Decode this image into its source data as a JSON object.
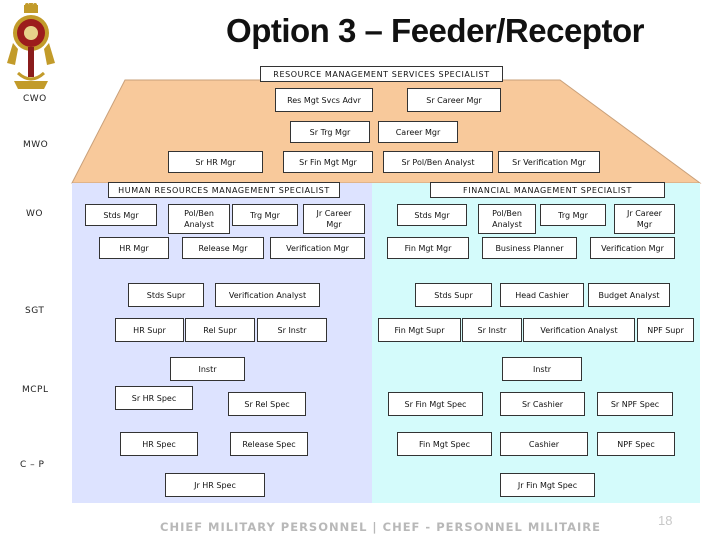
{
  "title": "Option 3 – Feeder/Receptor",
  "footer": "CHIEF MILITARY PERSONNEL | CHEF - PERSONNEL MILITAIRE",
  "page_number": "18",
  "colors": {
    "top_region": "#f8c99b",
    "left_region": "#dde3ff",
    "right_region": "#d4fbfb",
    "box_border": "#333333",
    "footer_text": "#b8b8b8"
  },
  "ranks": {
    "cwo": "CWO",
    "mwo": "MWO",
    "wo": "WO",
    "sgt": "SGT",
    "mcpl": "MCPL",
    "cp": "C – P"
  },
  "top": {
    "header": "RESOURCE MANAGEMENT SERVICES SPECIALIST",
    "res_mgt_svcs_advr": "Res Mgt Svcs Advr",
    "sr_career_mgr": "Sr Career Mgr",
    "sr_trg_mgr": "Sr Trg Mgr",
    "career_mgr": "Career Mgr",
    "sr_hr_mgr": "Sr HR Mgr",
    "sr_fin_mgt_mgr": "Sr Fin Mgt Mgr",
    "sr_pol_ben_analyst": "Sr Pol/Ben Analyst",
    "sr_verification_mgr": "Sr Verification Mgr"
  },
  "hr": {
    "header": "HUMAN RESOURCES MANAGEMENT SPECIALIST",
    "stds_mgr": "Stds Mgr",
    "pol_ben_analyst": "Pol/Ben\nAnalyst",
    "trg_mgr": "Trg Mgr",
    "jr_career_mgr": "Jr Career\nMgr",
    "hr_mgr": "HR Mgr",
    "release_mgr": "Release Mgr",
    "verification_mgr": "Verification Mgr",
    "stds_supr": "Stds Supr",
    "verification_analyst": "Verification Analyst",
    "hr_supr": "HR Supr",
    "rel_supr": "Rel Supr",
    "sr_instr": "Sr Instr",
    "instr": "Instr",
    "sr_hr_spec": "Sr HR Spec",
    "sr_rel_spec": "Sr Rel Spec",
    "hr_spec": "HR Spec",
    "release_spec": "Release Spec",
    "jr_hr_spec": "Jr HR Spec"
  },
  "fin": {
    "header": "FINANCIAL MANAGEMENT SPECIALIST",
    "stds_mgr": "Stds Mgr",
    "pol_ben_analyst": "Pol/Ben\nAnalyst",
    "trg_mgr": "Trg Mgr",
    "jr_career_mgr": "Jr Career\nMgr",
    "fin_mgt_mgr": "Fin Mgt Mgr",
    "business_planner": "Business Planner",
    "verification_mgr": "Verification Mgr",
    "stds_supr": "Stds Supr",
    "head_cashier": "Head Cashier",
    "budget_analyst": "Budget Analyst",
    "fin_mgt_supr": "Fin Mgt Supr",
    "sr_instr": "Sr Instr",
    "verification_analyst": "Verification Analyst",
    "npf_supr": "NPF Supr",
    "instr": "Instr",
    "sr_fin_mgt_spec": "Sr Fin Mgt Spec",
    "sr_cashier": "Sr Cashier",
    "sr_npf_spec": "Sr NPF Spec",
    "fin_mgt_spec": "Fin Mgt Spec",
    "cashier": "Cashier",
    "npf_spec": "NPF Spec",
    "jr_fin_mgt_spec": "Jr Fin Mgt Spec"
  }
}
